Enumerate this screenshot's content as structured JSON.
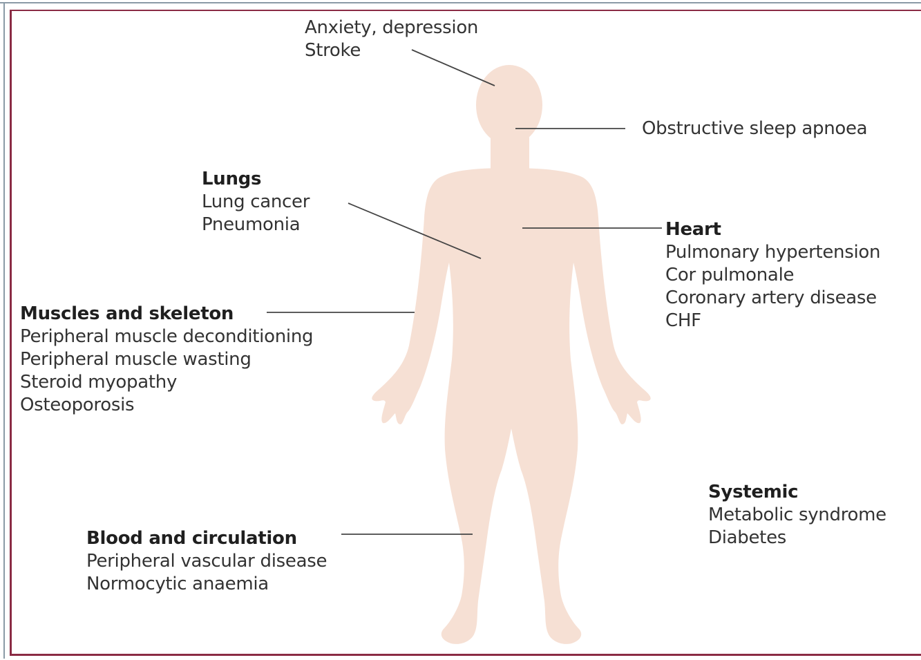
{
  "colors": {
    "frame": "#8a2b44",
    "body_fill": "#f6e0d4",
    "leader_line": "#444444",
    "text": "#333333"
  },
  "groups": {
    "brain": {
      "items": [
        "Anxiety, depression",
        "Stroke"
      ]
    },
    "airway": {
      "items": [
        "Obstructive sleep apnoea"
      ]
    },
    "lungs": {
      "heading": "Lungs",
      "items": [
        "Lung cancer",
        "Pneumonia"
      ]
    },
    "heart": {
      "heading": "Heart",
      "items": [
        "Pulmonary hypertension",
        "Cor pulmonale",
        "Coronary artery disease",
        "CHF"
      ]
    },
    "muscles": {
      "heading": "Muscles and skeleton",
      "items": [
        "Peripheral muscle deconditioning",
        "Peripheral muscle wasting",
        "Steroid myopathy",
        "Osteoporosis"
      ]
    },
    "systemic": {
      "heading": "Systemic",
      "items": [
        "Metabolic syndrome",
        "Diabetes"
      ]
    },
    "blood": {
      "heading": "Blood and circulation",
      "items": [
        "Peripheral vascular disease",
        "Normocytic anaemia"
      ]
    }
  }
}
